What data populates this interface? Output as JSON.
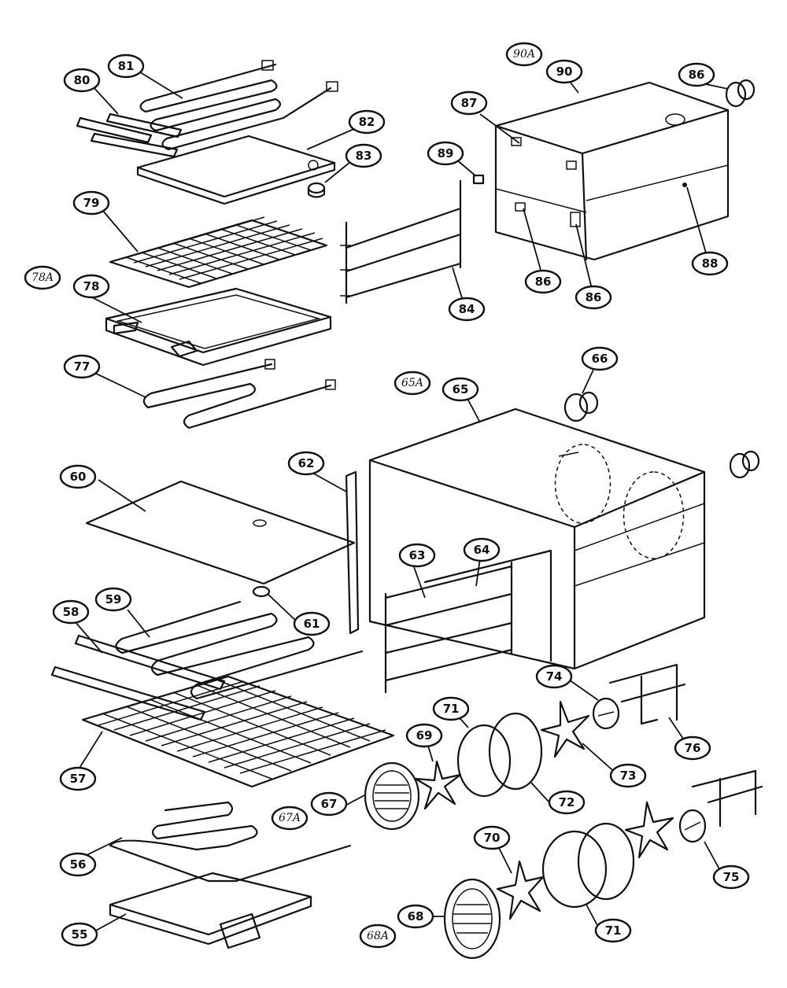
{
  "diagram": {
    "callouts": {
      "c81": "81",
      "c80": "80",
      "c82": "82",
      "c83": "83",
      "c79": "79",
      "c78a": "78A",
      "c78": "78",
      "c77": "77",
      "c90a": "90A",
      "c90": "90",
      "c86a": "86",
      "c87": "87",
      "c89": "89",
      "c86b": "86",
      "c86c": "86",
      "c88": "88",
      "c84": "84",
      "c65a": "65A",
      "c65": "65",
      "c66": "66",
      "c62": "62",
      "c60": "60",
      "c63": "63",
      "c64": "64",
      "c61": "61",
      "c59": "59",
      "c58": "58",
      "c57": "57",
      "c56": "56",
      "c55": "55",
      "c74": "74",
      "c76": "76",
      "c69": "69",
      "c71a": "71",
      "c73": "73",
      "c72": "72",
      "c67": "67",
      "c67a": "67A",
      "c70": "70",
      "c75": "75",
      "c68": "68",
      "c68a": "68A",
      "c71b": "71"
    }
  }
}
